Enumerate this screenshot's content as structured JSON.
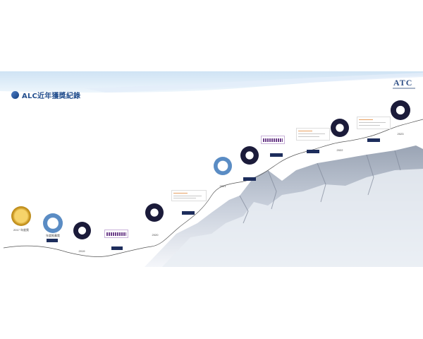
{
  "header": {
    "title": "ALC近年獲獎紀錄",
    "logo": "ATC"
  },
  "awards": [
    {
      "badge_icon": "gold-medal-seal",
      "caption": "2017 年度獎"
    },
    {
      "badge_icon": "blue-ring-seal",
      "caption": "年度推薦獎"
    },
    {
      "badge_icon": "ribbon-seal",
      "caption": "2019"
    },
    {
      "badge_icon": "purple-certificate",
      "caption": ""
    },
    {
      "badge_icon": "ribbon-seal",
      "caption": "2020"
    },
    {
      "badge_icon": "document-certificate",
      "caption": ""
    },
    {
      "badge_icon": "blue-ring-seal",
      "caption": "2021"
    },
    {
      "badge_icon": "ribbon-seal",
      "caption": ""
    },
    {
      "badge_icon": "purple-certificate",
      "caption": ""
    },
    {
      "badge_icon": "document-certificate",
      "caption": ""
    },
    {
      "badge_icon": "ribbon-seal",
      "caption": "2022"
    },
    {
      "badge_icon": "document-certificate",
      "caption": ""
    },
    {
      "badge_icon": "ribbon-seal",
      "caption": "2023"
    }
  ],
  "colors": {
    "sky_top": "#cfe3f4",
    "sky_band": "#e6f1fb",
    "title": "#24508f",
    "timeline": "#555555",
    "tag": "#1d2d5c",
    "gold": "#d7a627",
    "ring_blue": "#4a7db5",
    "purple": "#6d3f8a"
  }
}
